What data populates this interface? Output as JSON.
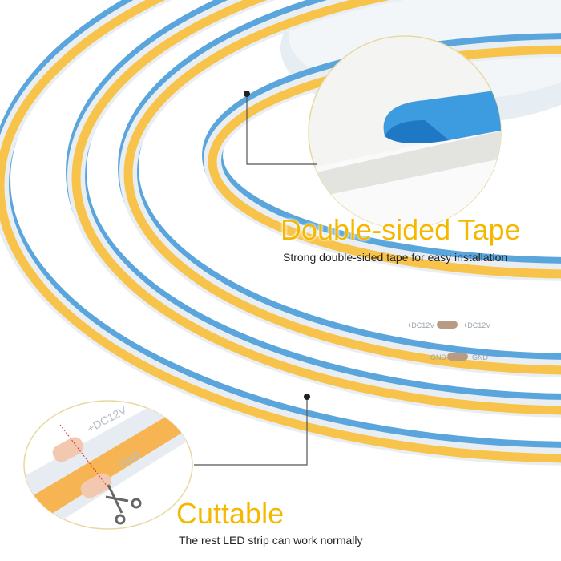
{
  "features": [
    {
      "title": "Double-sided Tape",
      "subtitle": "Strong double-sided tape for easy installation"
    },
    {
      "title": "Cuttable",
      "subtitle": "The rest LED strip can work normally"
    }
  ],
  "strip_markings": {
    "positive": "+DC12V",
    "ground": "GND"
  },
  "colors": {
    "accent": "#f5b800",
    "led": "#f8c34a",
    "tape": "#5aa6dc",
    "pcb": "#e9eef2"
  }
}
